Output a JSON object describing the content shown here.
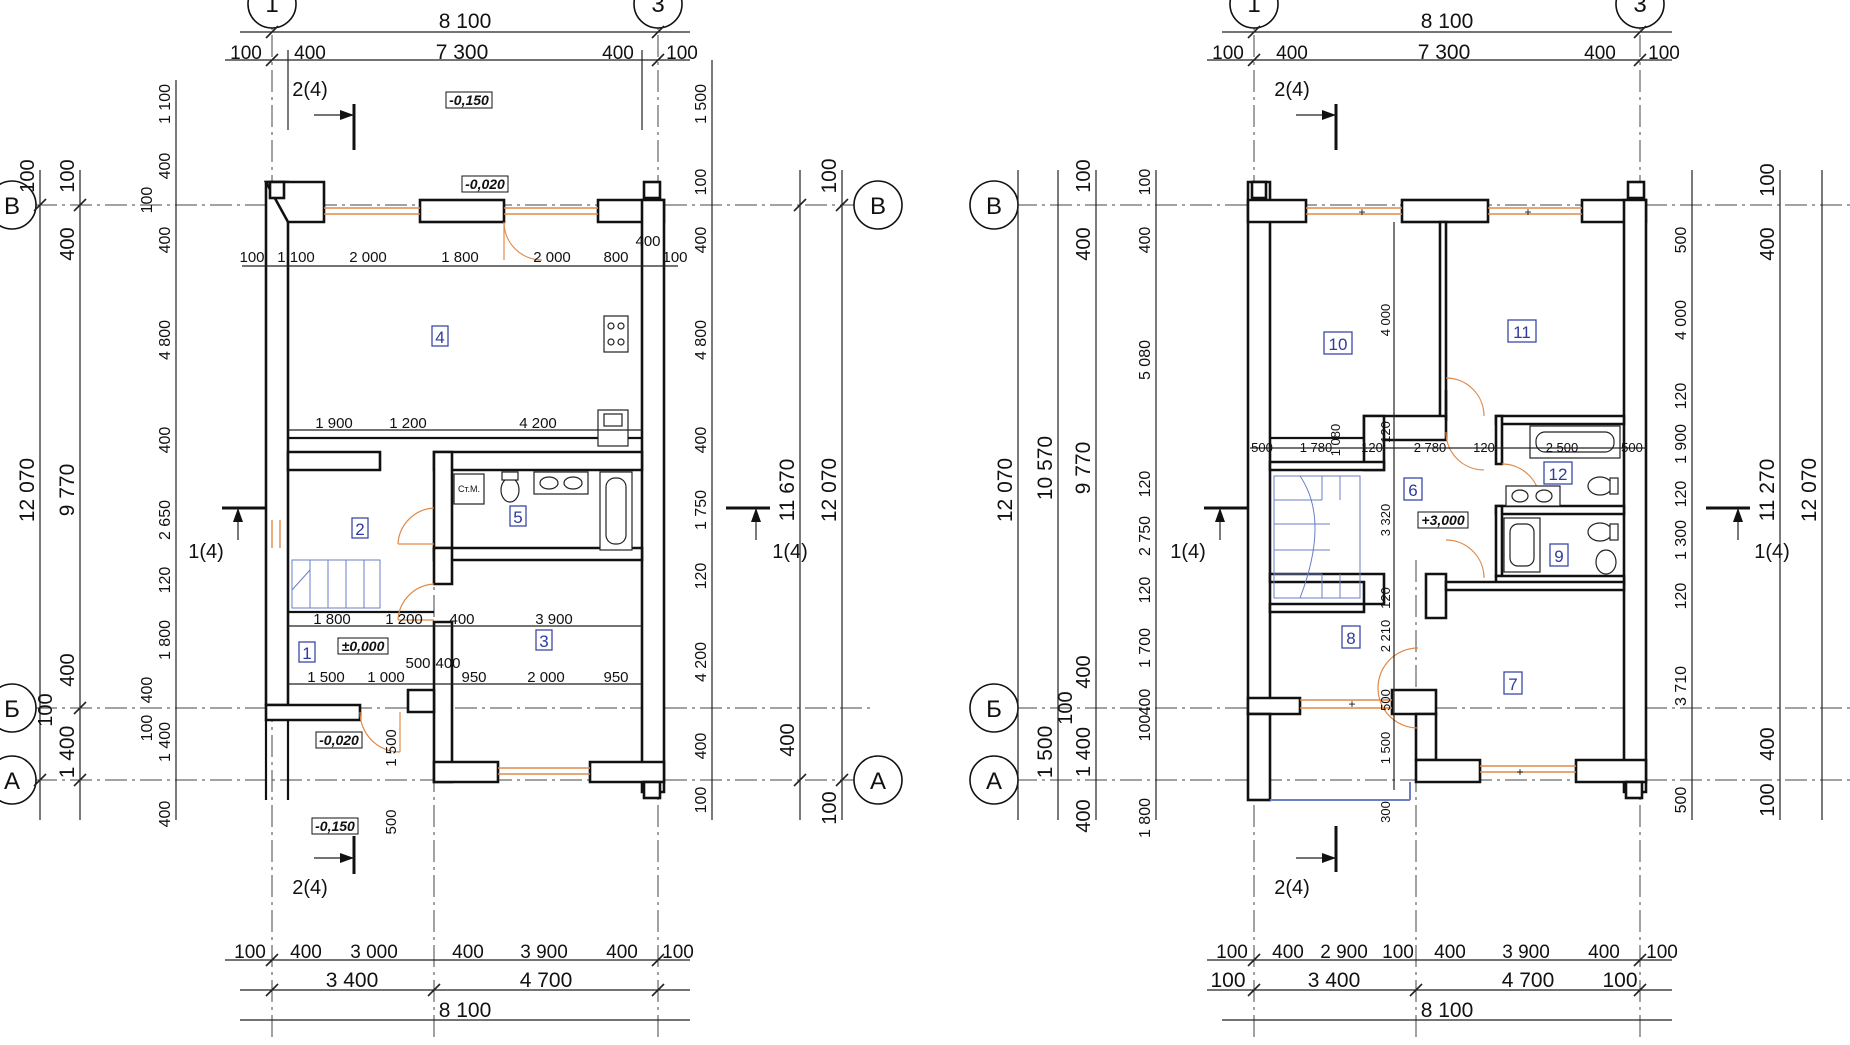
{
  "axes": {
    "col_1": "1",
    "col_3": "3",
    "row_v": "В",
    "row_b": "Б",
    "row_a": "А"
  },
  "levels": {
    "g_top": "-0,150",
    "g_sill": "-0,020",
    "g_porch": "-0,020",
    "g_floor": "±0,000",
    "g_bottom": "-0,150",
    "f_floor": "+3,000"
  },
  "sections": {
    "cut1": "1(4)",
    "cut2": "2(4)"
  },
  "rooms": {
    "r1": "1",
    "r2": "2",
    "r3": "3",
    "r4": "4",
    "r5": "5",
    "r6": "6",
    "r7": "7",
    "r8": "8",
    "r9": "9",
    "r10": "10",
    "r11": "11",
    "r12": "12"
  },
  "fixtures": {
    "ctm": "Ст.М."
  },
  "dims": {
    "g_top_total": "8 100",
    "g_top_a": "100",
    "g_top_b": "400",
    "g_top_c": "7 300",
    "g_top_d": "400",
    "g_top_e": "100",
    "g_in_1": "100",
    "g_in_2": "1 100",
    "g_in_3": "2 000",
    "g_in_4": "1 800",
    "g_in_5": "2 000",
    "g_in_6": "800",
    "g_in_7": "400",
    "g_in_8": "100",
    "g_mid_1": "1 900",
    "g_mid_2": "1 200",
    "g_mid_3": "4 200",
    "g_low_1": "1 800",
    "g_low_2": "1 200",
    "g_low_3": "400",
    "g_low_4": "3 900",
    "g_low2_1": "1 500",
    "g_low2_2": "1 000",
    "g_low2_3": "500",
    "g_low2_4": "400",
    "g_low2_5": "950",
    "g_low2_6": "2 000",
    "g_low2_7": "950",
    "g_porch_1": "1 500",
    "g_porch_2": "500",
    "g_bot_a": "100",
    "g_bot_b": "400",
    "g_bot_c": "3 000",
    "g_bot_d": "400",
    "g_bot_e": "3 900",
    "g_bot_f": "400",
    "g_bot_g": "100",
    "g_bot2_1": "3 400",
    "g_bot2_2": "4 700",
    "g_bot_total": "8 100",
    "g_left_total": "12 070",
    "g_left_mid": "9 770",
    "g_left_low": "1 400",
    "g_left_t1": "100",
    "g_left_t2": "100",
    "g_left_t3": "400",
    "g_left_t4": "400",
    "g_left_t5": "100",
    "g_l2_1": "1 100",
    "g_l2_2": "400",
    "g_l2_3": "100",
    "g_l2_4": "400",
    "g_l2_5": "4 800",
    "g_l2_6": "400",
    "g_l2_7": "2 650",
    "g_l2_8": "120",
    "g_l2_9": "1 800",
    "g_l2_10": "400",
    "g_l2_11": "100",
    "g_l2_12": "1 400",
    "g_l2_13": "400",
    "g_r1_1": "1 500",
    "g_r1_2": "100",
    "g_r1_3": "400",
    "g_r1_4": "4 800",
    "g_r1_5": "400",
    "g_r1_6": "1 750",
    "g_r1_7": "120",
    "g_r1_8": "4 200",
    "g_r1_9": "400",
    "g_r1_10": "100",
    "g_r2_1": "100",
    "g_r2_2": "11 670",
    "g_r2_3": "400",
    "g_r2_4": "100",
    "g_r3": "12 070",
    "f_top_total": "8 100",
    "f_top_a": "100",
    "f_top_b": "400",
    "f_top_c": "7 300",
    "f_top_d": "400",
    "f_top_e": "100",
    "f_in_1": "500",
    "f_in_2": "1 780",
    "f_in_3": "120",
    "f_in_4": "2 780",
    "f_in_5": "120",
    "f_in_6": "2 500",
    "f_in_7": "500",
    "f_v_1": "4 000",
    "f_v_2": "1 080",
    "f_v_3": "120",
    "f_v_4": "3 320",
    "f_v_5": "120",
    "f_v_6": "2 210",
    "f_v_7": "500",
    "f_v_8": "1 500",
    "f_v_9": "300",
    "f_bot_a": "100",
    "f_bot_b": "400",
    "f_bot_c": "2 900",
    "f_bot_d": "100",
    "f_bot_e": "400",
    "f_bot_f": "3 900",
    "f_bot_g": "400",
    "f_bot_h": "100",
    "f_bot2_a": "100",
    "f_bot2_1": "3 400",
    "f_bot2_2": "4 700",
    "f_bot2_b": "100",
    "f_bot_total": "8 100",
    "f_left_total": "12 070",
    "f_left_a": "10 570",
    "f_left_b": "9 770",
    "f_left_c": "1 500",
    "f_left_t1": "100",
    "f_left_t2": "400",
    "f_left_t3": "400",
    "f_left_t4": "100",
    "f_left_t5": "1 400",
    "f_left_t6": "400",
    "f_l2_1": "100",
    "f_l2_2": "400",
    "f_l2_3": "5 080",
    "f_l2_4": "120",
    "f_l2_5": "2 750",
    "f_l2_6": "120",
    "f_l2_7": "1 700",
    "f_l2_8": "400",
    "f_l2_9": "100",
    "f_l2_10": "1 800",
    "f_r1_1": "500",
    "f_r1_2": "4 000",
    "f_r1_3": "120",
    "f_r1_4": "1 900",
    "f_r1_5": "120",
    "f_r1_6": "1 300",
    "f_r1_7": "120",
    "f_r1_8": "3 710",
    "f_r1_9": "500",
    "f_r2_1": "100",
    "f_r2_2": "400",
    "f_r2_3": "11 270",
    "f_r2_4": "400",
    "f_r2_5": "100",
    "f_r3": "12 070"
  }
}
